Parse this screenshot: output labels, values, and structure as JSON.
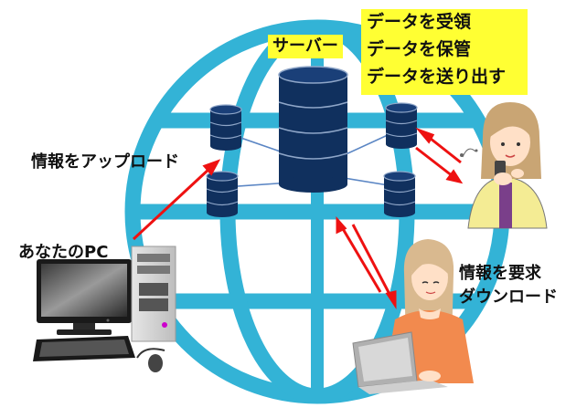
{
  "colors": {
    "globe": "#33b3d6",
    "db_fill": "#10305e",
    "db_line": "#8fa6c8",
    "arrow": "#ee1111",
    "highlight": "#ffff33",
    "link": "#5b86c4"
  },
  "labels": {
    "server": "サーバー",
    "upload": "情報をアップロード",
    "your_pc": "あなたのPC",
    "request": "情報を要求",
    "download": "ダウンロード"
  },
  "server_roles": [
    "データを受領",
    "データを保管",
    "データを送り出す"
  ],
  "icons": {
    "globe": "globe-icon",
    "server": "database-icon",
    "pc": "desktop-pc-icon",
    "user_phone": "woman-with-smartphone-icon",
    "user_laptop": "woman-with-laptop-icon"
  }
}
